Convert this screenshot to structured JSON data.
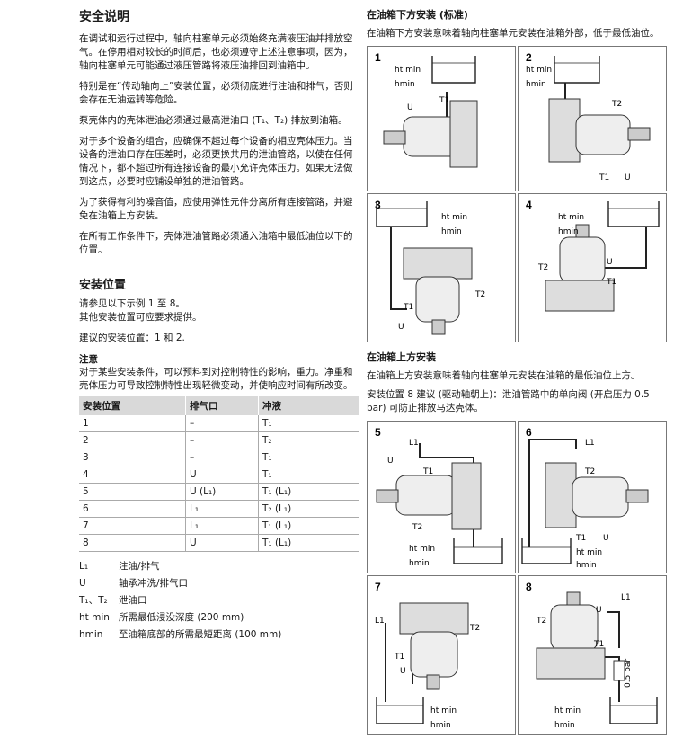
{
  "left": {
    "title": "安全说明",
    "paras": [
      "在调试和运行过程中，轴向柱塞单元必须始终充满液压油并排放空气。在停用相对较长的时间后，也必须遵守上述注意事项，因为，轴向柱塞单元可能通过液压管路将液压油排回到油箱中。",
      "特别是在“传动轴向上”安装位置，必须彻底进行注油和排气，否则会存在无油运转等危险。",
      "泵壳体内的壳体泄油必须通过最高泄油口 (T₁、T₂) 排放到油箱。",
      "对于多个设备的组合，应确保不超过每个设备的相应壳体压力。当设备的泄油口存在压差时，必须更换共用的泄油管路，以使在任何情况下，都不超过所有连接设备的最小允许壳体压力。如果无法做到这点，必要时应铺设单独的泄油管路。",
      "为了获得有利的噪音值，应使用弹性元件分离所有连接管路，并避免在油箱上方安装。",
      "在所有工作条件下，壳体泄油管路必须通入油箱中最低油位以下的位置。"
    ],
    "section2_title": "安装位置",
    "s2_line1": "请参见以下示例 1 至 8。",
    "s2_line2": "其他安装位置可应要求提供。",
    "s2_line3": "建议的安装位置：1 和 2.",
    "note_title": "注意",
    "note_text": "对于某些安装条件，可以预料到对控制特性的影响，重力。净重和壳体压力可导致控制特性出现轻微变动，并使响应时间有所改变。",
    "table": {
      "headers": [
        "安装位置",
        "排气口",
        "冲液"
      ],
      "rows": [
        [
          "1",
          "–",
          "T₁"
        ],
        [
          "2",
          "–",
          "T₂"
        ],
        [
          "3",
          "–",
          "T₁"
        ],
        [
          "4",
          "U",
          "T₁"
        ],
        [
          "5",
          "U (L₁)",
          "T₁ (L₁)"
        ],
        [
          "6",
          "L₁",
          "T₂ (L₁)"
        ],
        [
          "7",
          "L₁",
          "T₁ (L₁)"
        ],
        [
          "8",
          "U",
          "T₁ (L₁)"
        ]
      ]
    },
    "legend": [
      {
        "sym": "L₁",
        "desc": "注油/排气"
      },
      {
        "sym": "U",
        "desc": "轴承冲洗/排气口"
      },
      {
        "sym": "T₁、T₂",
        "desc": "泄油口"
      },
      {
        "sym": "ht min",
        "desc": "所需最低浸没深度 (200 mm)"
      },
      {
        "sym": "hmin",
        "desc": "至油箱底部的所需最短距离 (100 mm)"
      }
    ]
  },
  "right": {
    "title1": "在油箱下方安装 (标准)",
    "text1": "在油箱下方安装意味着轴向柱塞单元安装在油箱外部，低于最低油位。",
    "title2": "在油箱上方安装",
    "text2a": "在油箱上方安装意味着轴向柱塞单元安装在油箱的最低油位上方。",
    "text2b": "安装位置 8 建议 (驱动轴朝上)：泄油管路中的单向阀 (开启压力 0.5 bar) 可防止排放马达壳体。",
    "panel_nums": [
      "1",
      "2",
      "3",
      "4",
      "5",
      "6",
      "7",
      "8"
    ],
    "labels": {
      "ht": "ht min",
      "hmin": "hmin",
      "U": "U",
      "T1": "T1",
      "T2": "T2",
      "L1": "L1",
      "bar": "0.5 bar"
    }
  }
}
